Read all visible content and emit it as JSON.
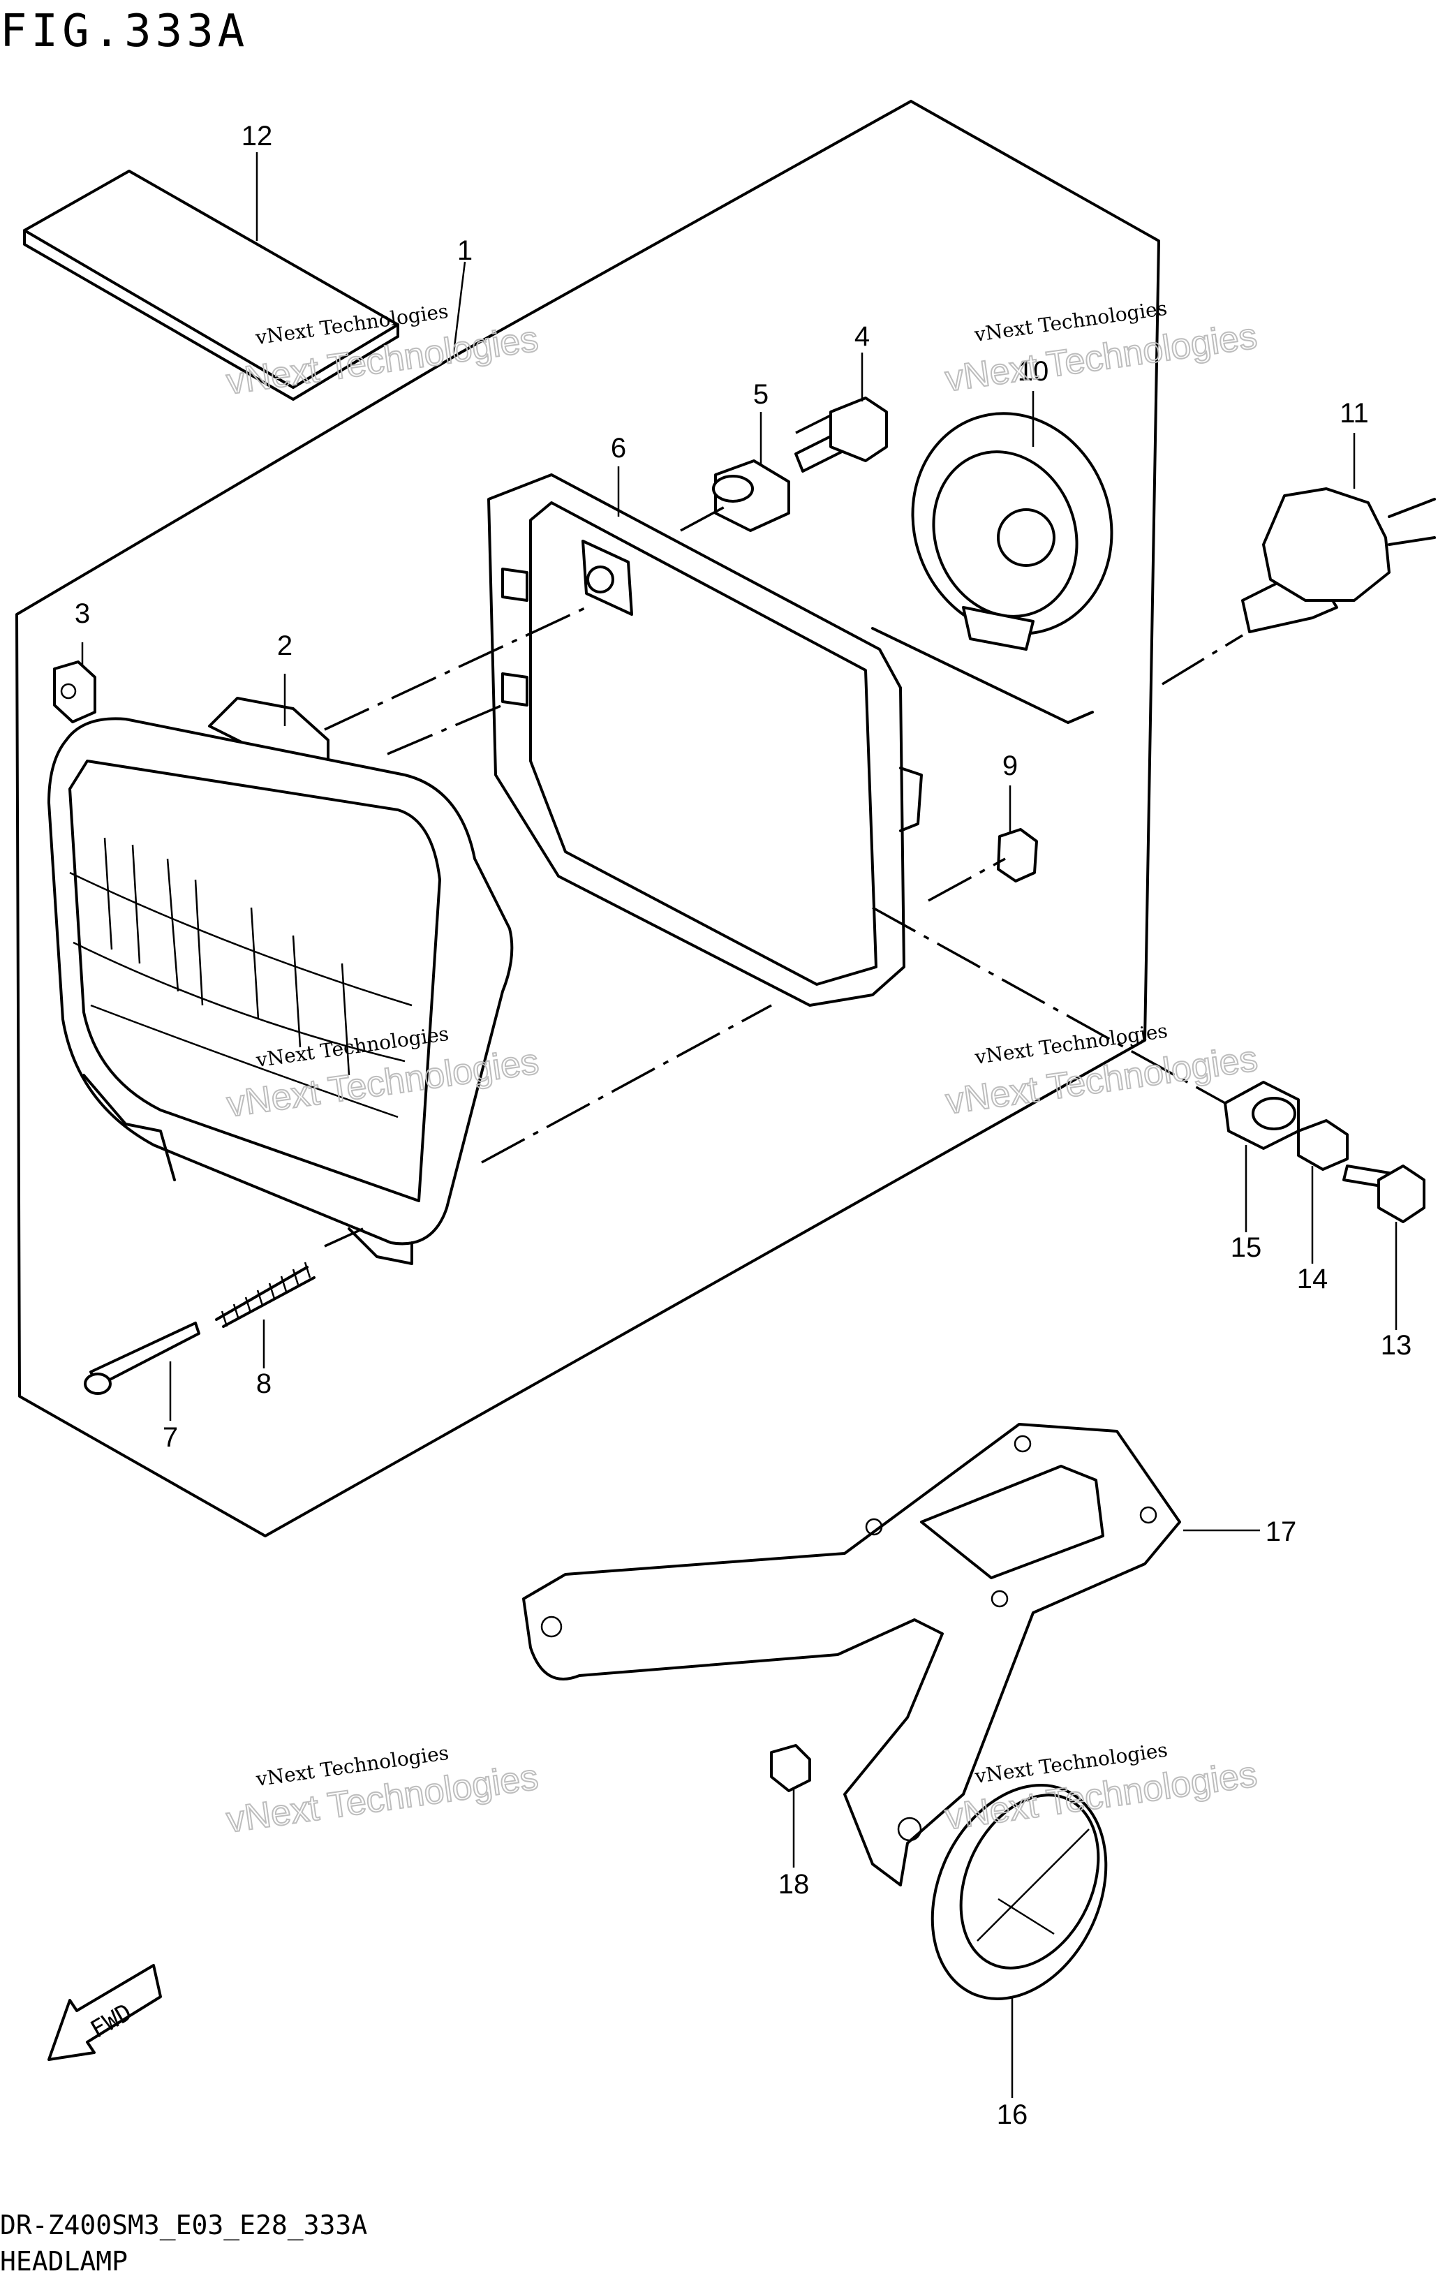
{
  "figure": {
    "title": "FIG.333A",
    "model_code": "DR-Z400SM3_E03_E28_333A",
    "section_name": "HEADLAMP",
    "direction_label": "FWD"
  },
  "watermark": {
    "line1": "vNext Technologies",
    "line2": "vNext Technologies"
  },
  "callouts": [
    {
      "id": "1",
      "label": "1"
    },
    {
      "id": "2",
      "label": "2"
    },
    {
      "id": "3",
      "label": "3"
    },
    {
      "id": "4",
      "label": "4"
    },
    {
      "id": "5",
      "label": "5"
    },
    {
      "id": "6",
      "label": "6"
    },
    {
      "id": "7",
      "label": "7"
    },
    {
      "id": "8",
      "label": "8"
    },
    {
      "id": "9",
      "label": "9"
    },
    {
      "id": "10",
      "label": "10"
    },
    {
      "id": "11",
      "label": "11"
    },
    {
      "id": "12",
      "label": "12"
    },
    {
      "id": "13",
      "label": "13"
    },
    {
      "id": "14",
      "label": "14"
    },
    {
      "id": "15",
      "label": "15"
    },
    {
      "id": "16",
      "label": "16"
    },
    {
      "id": "17",
      "label": "17"
    },
    {
      "id": "18",
      "label": "18"
    }
  ]
}
